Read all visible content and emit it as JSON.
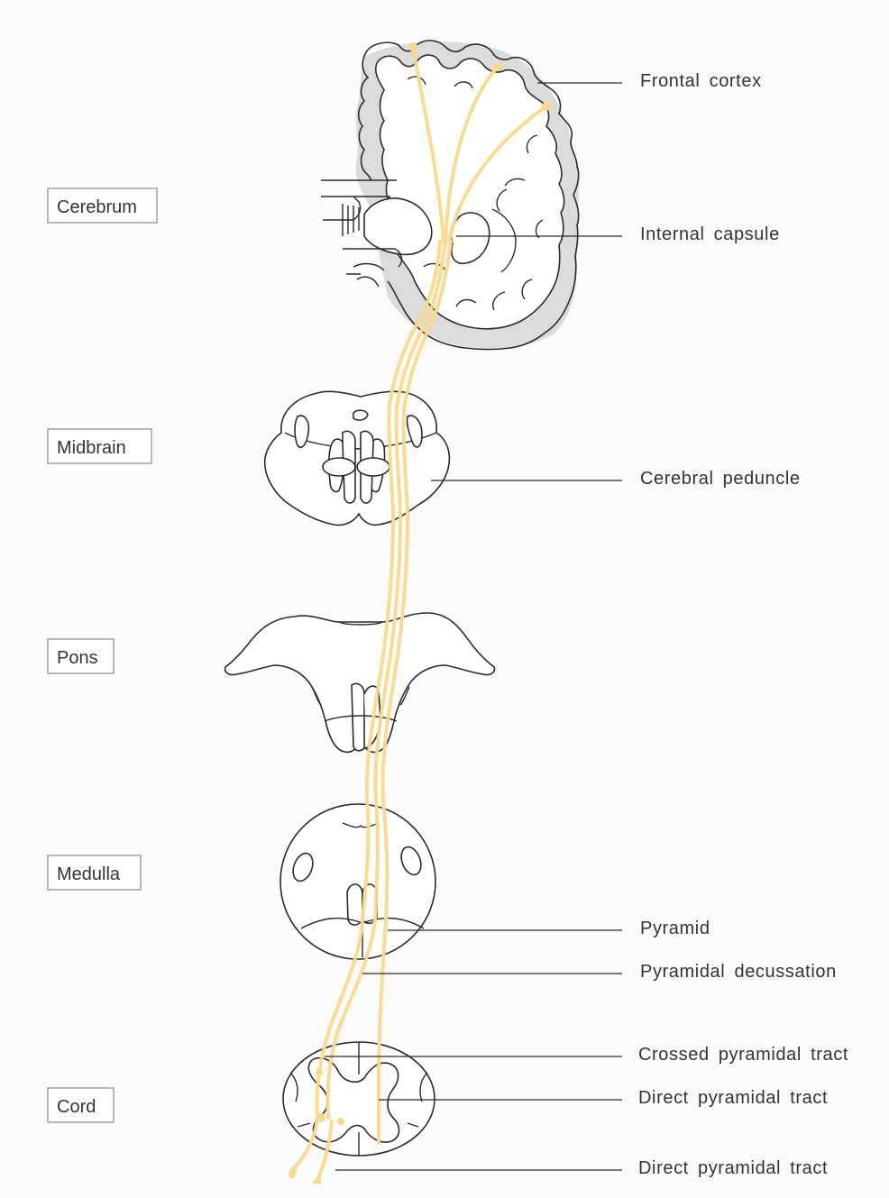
{
  "levels": [
    {
      "label": "Cerebrum"
    },
    {
      "label": "Midbrain"
    },
    {
      "label": "Pons"
    },
    {
      "label": "Medulla"
    },
    {
      "label": "Cord"
    }
  ],
  "labels": {
    "frontal_cortex": "Frontal  cortex",
    "internal_capsule": "Internal  capsule",
    "cerebral_peduncle": "Cerebral  peduncle",
    "pyramid": "Pyramid",
    "pyramidal_decussation": "Pyramidal  decussation",
    "crossed_pyramidal_tract": "Crossed  pyramidal  tract",
    "direct_pyramidal_tract_1": "Direct  pyramidal  tract",
    "direct_pyramidal_tract_2": "Direct  pyramidal  tract"
  },
  "colors": {
    "tract": "#fbd98a",
    "outline": "#2b2b2b",
    "grey_matter": "#dcdcdc",
    "background": "#fbfbfb"
  }
}
